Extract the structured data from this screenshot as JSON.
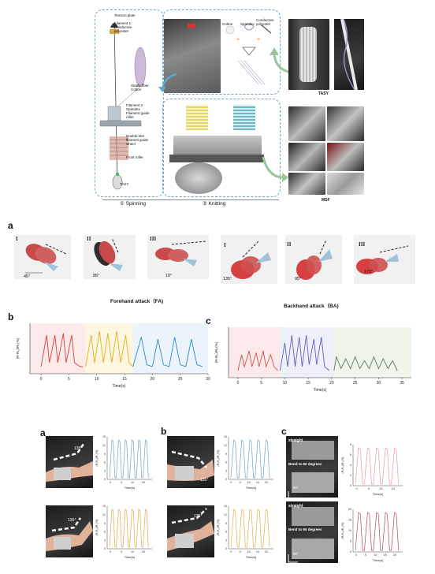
{
  "fig1": {
    "spinning_labels": {
      "tension_plate": "Tension plate",
      "filament1": "Filament 1-\nConductive\npolyester",
      "staple_fiber": "Staple fiber-\nCotton",
      "filament2": "Filament 2-\nSpandex",
      "filament_guide": "Filament guide\nroller",
      "double_slot": "Double-slot\nfilament guide\nwheel",
      "front_roller": "Front roller",
      "tasy": "TASY"
    },
    "blend_labels": {
      "cotton": "Cotton",
      "spandex": "Spandex",
      "conductive": "Conductive\npolyester"
    },
    "tasy_photo_label": "TASY",
    "msf_label": "MSF",
    "stage1": "① Spinning",
    "stage2": "② Knitting"
  },
  "fig2": {
    "letter_a": "a",
    "letter_b": "b",
    "letter_c": "c",
    "forehand_title": "Forehand attack（FA)",
    "backhand_title": "Backhand attack（BA)",
    "forehand": [
      {
        "roman": "I",
        "angle": "45°"
      },
      {
        "roman": "II",
        "angle": "85°"
      },
      {
        "roman": "III",
        "angle": "10°"
      }
    ],
    "backhand": [
      {
        "roman": "I",
        "angle": "135°"
      },
      {
        "roman": "II",
        "angle": "95°"
      },
      {
        "roman": "III",
        "angle": "170°"
      }
    ]
  },
  "fig3": {
    "letter_a": "a",
    "letter_b": "b",
    "letter_c": "c",
    "wrist_angles": [
      "135°",
      "135°",
      "135°",
      "135°"
    ],
    "straight": "straight",
    "bend60": "Bend to 60 degrees",
    "bend90": "Bend to 90 degrees",
    "angle60": "60°",
    "angle90": "90°"
  },
  "chart_data": [
    {
      "type": "line",
      "xlabel": "Time(s)",
      "ylabel": "(R-R₀)/R₀(%)",
      "xlim": [
        -2,
        30
      ],
      "x_ticks": [
        0,
        5,
        10,
        15,
        20,
        25,
        30
      ],
      "y_ticks": [],
      "series": [
        {
          "color": "#d94040",
          "x": [
            0,
            1,
            1.5,
            2.5,
            3,
            4,
            4.5,
            5.5,
            6,
            7,
            7.5
          ],
          "y": [
            0.1,
            0.9,
            0.2,
            0.9,
            0.2,
            0.95,
            0.2,
            0.9,
            0.2,
            0.1,
            0.1
          ]
        },
        {
          "color": "#e3b020",
          "x": [
            8,
            9,
            9.6,
            10.5,
            11.2,
            12,
            12.7,
            13.6,
            14.3,
            15.2,
            15.8,
            16.5
          ],
          "y": [
            0.1,
            0.9,
            0.2,
            1.0,
            0.2,
            0.95,
            0.2,
            1.0,
            0.2,
            0.9,
            0.2,
            0.1
          ]
        },
        {
          "color": "#2a8fd0",
          "x": [
            16.5,
            18,
            19,
            20,
            21,
            22,
            23,
            24,
            25,
            26,
            27,
            28,
            29
          ],
          "y": [
            0.1,
            0.85,
            0.15,
            0.1,
            0.8,
            0.15,
            0.1,
            0.85,
            0.15,
            0.1,
            0.8,
            0.15,
            0.1
          ]
        }
      ]
    },
    {
      "type": "line",
      "xlabel": "Time(s)",
      "ylabel": "(R-R₀)/R₀(%)",
      "xlim": [
        -2,
        37
      ],
      "x_ticks": [
        0,
        5,
        10,
        15,
        20,
        25,
        30,
        35
      ],
      "y_ticks": [],
      "series": [
        {
          "color": "#d05050",
          "x": [
            0,
            0.8,
            1.4,
            2.4,
            3,
            3.9,
            4.5,
            5.4,
            6,
            7,
            7.7,
            8.5
          ],
          "y": [
            0.1,
            0.5,
            0.2,
            0.6,
            0.2,
            0.55,
            0.2,
            0.6,
            0.2,
            0.5,
            0.2,
            0.1
          ]
        },
        {
          "color": "#6060c0",
          "x": [
            9,
            10,
            10.6,
            11.5,
            12.2,
            13.1,
            13.7,
            14.6,
            15.2,
            16.2,
            16.8,
            17.8,
            18.5,
            19.5
          ],
          "y": [
            0.1,
            0.8,
            0.2,
            1.0,
            0.2,
            0.95,
            0.2,
            1.0,
            0.25,
            0.9,
            0.25,
            0.95,
            0.2,
            0.1
          ]
        },
        {
          "color": "#607850",
          "x": [
            20.5,
            21,
            22,
            23,
            24,
            25,
            26,
            27,
            28,
            29,
            30,
            31,
            32,
            33,
            34
          ],
          "y": [
            0.1,
            0.45,
            0.15,
            0.4,
            0.15,
            0.45,
            0.15,
            0.35,
            0.15,
            0.45,
            0.15,
            0.4,
            0.15,
            0.35,
            0.1
          ]
        }
      ]
    },
    {
      "type": "line",
      "xlabel": "Time(s)",
      "ylabel": "(R-R₀)/R₀(%)",
      "x_ticks": [
        0,
        5,
        10,
        15
      ],
      "y_ticks": [
        0,
        3,
        6,
        9,
        12,
        15
      ],
      "series": [
        {
          "color": "#6fa5c8",
          "peaks": 6
        }
      ]
    },
    {
      "type": "line",
      "xlabel": "Time(s)",
      "ylabel": "(R-R₀)/R₀(%)",
      "x_ticks": [
        0,
        5,
        10,
        15
      ],
      "y_ticks": [
        0,
        3,
        6,
        9,
        12,
        15
      ],
      "series": [
        {
          "color": "#e3a64a",
          "peaks": 6
        }
      ]
    },
    {
      "type": "line",
      "xlabel": "Time(s)",
      "ylabel": "(R-R₀)/R₀(%)",
      "x_ticks": [
        0,
        5,
        10,
        15,
        20
      ],
      "y_ticks": [
        0,
        3,
        6,
        9,
        12,
        15
      ],
      "series": [
        {
          "color": "#6fa5c8",
          "peaks": 5
        }
      ]
    },
    {
      "type": "line",
      "xlabel": "Time(s)",
      "ylabel": "(R-R₀)/R₀(%)",
      "x_ticks": [
        0,
        5,
        10,
        15,
        20
      ],
      "y_ticks": [
        0,
        3,
        6,
        9,
        12,
        15
      ],
      "series": [
        {
          "color": "#e3b04a",
          "peaks": 5
        }
      ]
    },
    {
      "type": "line",
      "xlabel": "Time(s)",
      "ylabel": "(R-R₀)/R₀(%)",
      "x_ticks": [
        0,
        5,
        10,
        15
      ],
      "y_ticks": [
        0,
        2,
        4,
        6,
        8
      ],
      "series": [
        {
          "color": "#e79a9a",
          "peaks": 5
        }
      ]
    },
    {
      "type": "line",
      "xlabel": "Time(s)",
      "ylabel": "(R-R₀)/R₀(%)",
      "x_ticks": [
        0,
        5,
        10,
        15,
        20
      ],
      "y_ticks": [
        0,
        5,
        10,
        15,
        20
      ],
      "series": [
        {
          "color": "#b24a4a",
          "peaks": 5
        }
      ]
    }
  ]
}
